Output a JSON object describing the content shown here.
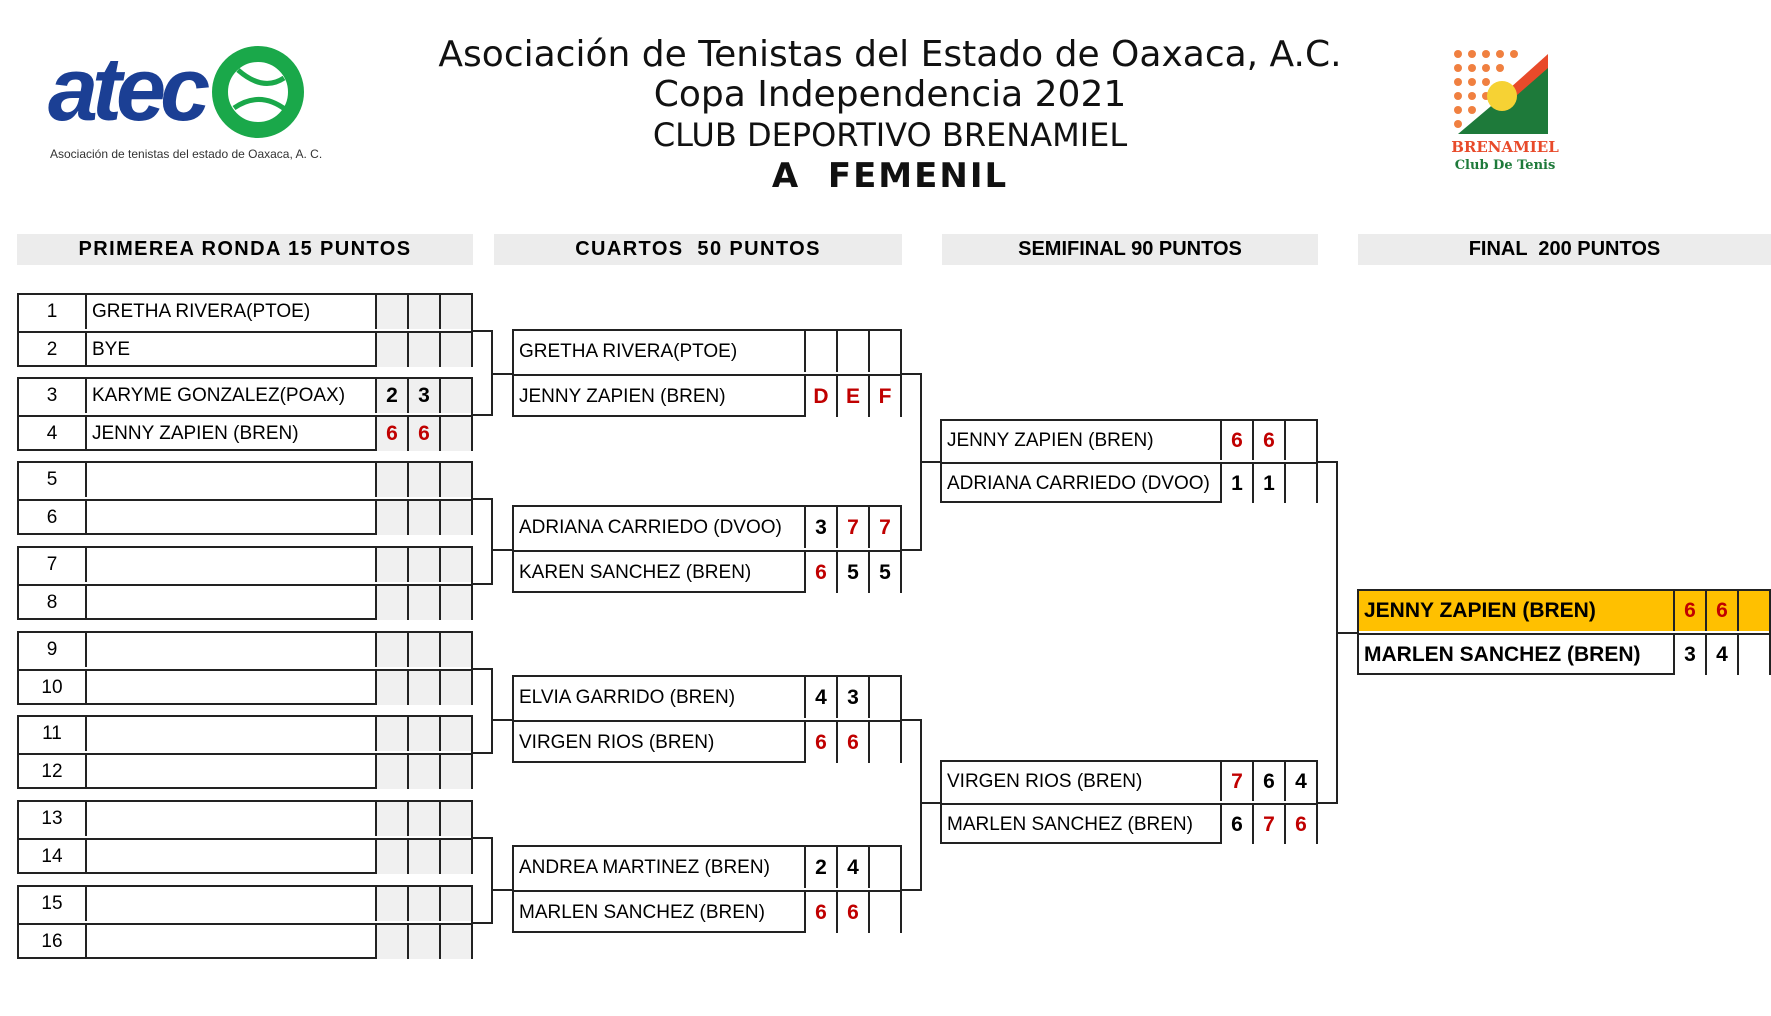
{
  "header": {
    "line1": "Asociación de Tenistas del Estado de Oaxaca, A.C.",
    "line2": "Copa Independencia 2021",
    "line3": "CLUB DEPORTIVO BRENAMIEL",
    "line4": "A  FEMENIL"
  },
  "logos": {
    "left_icon": "atec-logo",
    "left_wordmark": "atec",
    "left_caption": "Asociación de tenistas del estado de Oaxaca, A. C.",
    "right_icon": "brenamiel-logo",
    "right_name": "BRENAMIEL",
    "right_caption": "Club De Tenis",
    "winner_color": "#ffc000",
    "score_red": "#c00000"
  },
  "rounds": {
    "r1": "PRIMEREA RONDA 15 PUNTOS",
    "r2": "CUARTOS  50 PUNTOS",
    "r3": "SEMIFINAL 90 PUNTOS",
    "r4": "FINAL  200 PUNTOS"
  },
  "first_round": [
    {
      "seed": "1",
      "name": "GRETHA RIVERA(PTOE)",
      "s": [
        "",
        "",
        ""
      ]
    },
    {
      "seed": "2",
      "name": "BYE",
      "s": [
        "",
        "",
        ""
      ]
    },
    {
      "seed": "3",
      "name": "KARYME GONZALEZ(POAX)",
      "s": [
        "2",
        "3",
        ""
      ]
    },
    {
      "seed": "4",
      "name": "JENNY ZAPIEN (BREN)",
      "s": [
        "6",
        "6",
        ""
      ]
    },
    {
      "seed": "5",
      "name": "",
      "s": [
        "",
        "",
        ""
      ]
    },
    {
      "seed": "6",
      "name": "",
      "s": [
        "",
        "",
        ""
      ]
    },
    {
      "seed": "7",
      "name": "",
      "s": [
        "",
        "",
        ""
      ]
    },
    {
      "seed": "8",
      "name": "",
      "s": [
        "",
        "",
        ""
      ]
    },
    {
      "seed": "9",
      "name": "",
      "s": [
        "",
        "",
        ""
      ]
    },
    {
      "seed": "10",
      "name": "",
      "s": [
        "",
        "",
        ""
      ]
    },
    {
      "seed": "11",
      "name": "",
      "s": [
        "",
        "",
        ""
      ]
    },
    {
      "seed": "12",
      "name": "",
      "s": [
        "",
        "",
        ""
      ]
    },
    {
      "seed": "13",
      "name": "",
      "s": [
        "",
        "",
        ""
      ]
    },
    {
      "seed": "14",
      "name": "",
      "s": [
        "",
        "",
        ""
      ]
    },
    {
      "seed": "15",
      "name": "",
      "s": [
        "",
        "",
        ""
      ]
    },
    {
      "seed": "16",
      "name": "",
      "s": [
        "",
        "",
        ""
      ]
    }
  ],
  "quarters": [
    {
      "name": "GRETHA RIVERA(PTOE)",
      "s": [
        "",
        "",
        ""
      ]
    },
    {
      "name": "JENNY ZAPIEN (BREN)",
      "s": [
        "D",
        "E",
        "F"
      ]
    },
    {
      "name": "ADRIANA CARRIEDO (DVOO)",
      "s": [
        "3",
        "7",
        "7"
      ]
    },
    {
      "name": "KAREN SANCHEZ (BREN)",
      "s": [
        "6",
        "5",
        "5"
      ]
    },
    {
      "name": "ELVIA GARRIDO (BREN)",
      "s": [
        "4",
        "3",
        ""
      ]
    },
    {
      "name": "VIRGEN RIOS (BREN)",
      "s": [
        "6",
        "6",
        ""
      ]
    },
    {
      "name": "ANDREA MARTINEZ (BREN)",
      "s": [
        "2",
        "4",
        ""
      ]
    },
    {
      "name": "MARLEN SANCHEZ  (BREN)",
      "s": [
        "6",
        "6",
        ""
      ]
    }
  ],
  "semis": [
    {
      "name": "JENNY ZAPIEN (BREN)",
      "s": [
        "6",
        "6",
        ""
      ]
    },
    {
      "name": "ADRIANA CARRIEDO (DVOO)",
      "s": [
        "1",
        "1",
        ""
      ]
    },
    {
      "name": "VIRGEN RIOS (BREN)",
      "s": [
        "7",
        "6",
        "4"
      ]
    },
    {
      "name": "MARLEN SANCHEZ  (BREN)",
      "s": [
        "6",
        "7",
        "6"
      ]
    }
  ],
  "final": [
    {
      "name": "JENNY ZAPIEN (BREN)",
      "s": [
        "6",
        "6",
        ""
      ]
    },
    {
      "name": "MARLEN SANCHEZ  (BREN)",
      "s": [
        "3",
        "4",
        ""
      ]
    }
  ]
}
